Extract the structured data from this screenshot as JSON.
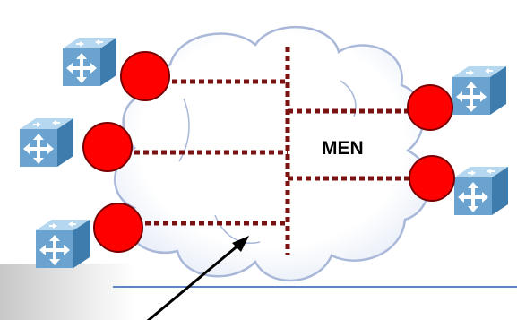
{
  "diagram": {
    "cloud_label": "MEN",
    "colors": {
      "cloud_fill": "#ffffff",
      "cloud_outline": "#a9b8d9",
      "connection_line": "#7a1212",
      "port_fill": "#ff0000",
      "port_stroke": "#7a0000",
      "switch_top": "#b5d7ef",
      "switch_front": "#6aa3cf",
      "switch_side": "#3f7cae",
      "switch_arrows": "#ffffff",
      "baseline": "#5f84c4",
      "pointer": "#000000"
    },
    "nodes": [
      {
        "name": "switch-top-left",
        "icon": "network-switch-icon"
      },
      {
        "name": "switch-middle-left",
        "icon": "network-switch-icon"
      },
      {
        "name": "switch-bottom-left",
        "icon": "network-switch-icon"
      },
      {
        "name": "switch-top-right",
        "icon": "network-switch-icon"
      },
      {
        "name": "switch-bottom-right",
        "icon": "network-switch-icon"
      }
    ]
  }
}
